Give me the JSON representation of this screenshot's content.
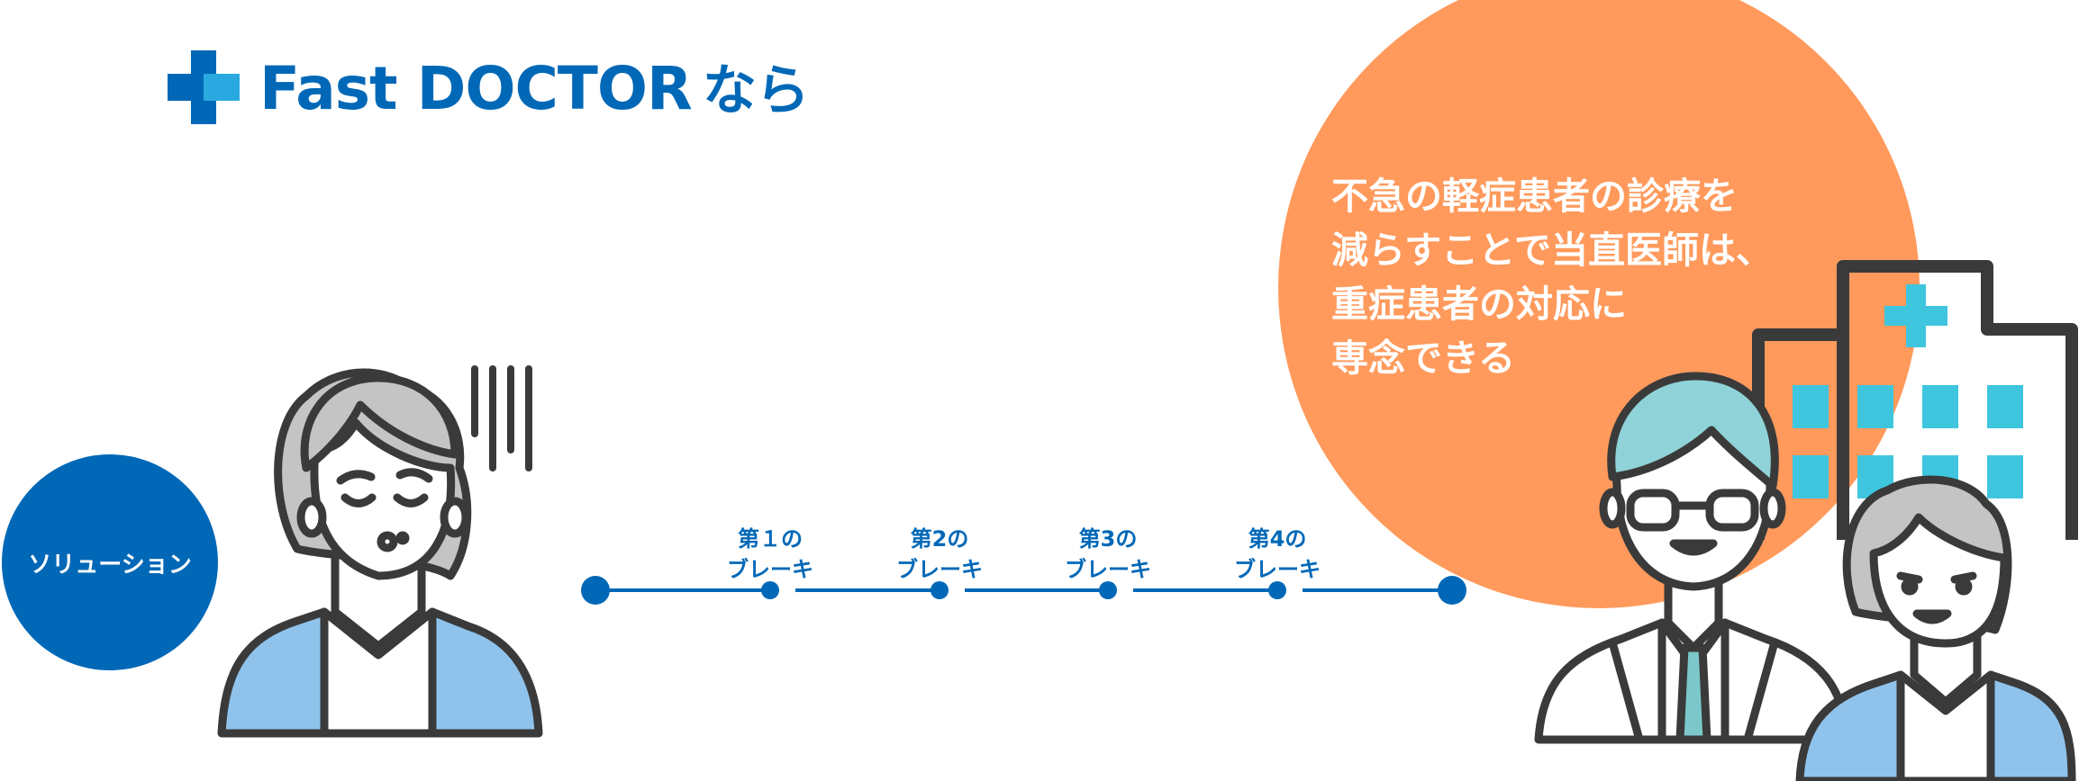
{
  "logo": {
    "brand_name": "Fast DOCTOR",
    "suffix": "なら",
    "cross_color": "#0068b7",
    "cross_accent_color": "#2aa9e0"
  },
  "solution_badge": {
    "label": "ソリューション",
    "color": "#0068b7"
  },
  "timeline": {
    "line_color": "#0068b7",
    "brakes": [
      {
        "line1": "第１の",
        "line2": "ブレーキ"
      },
      {
        "line1": "第2の",
        "line2": "ブレーキ"
      },
      {
        "line1": "第3の",
        "line2": "ブレーキ"
      },
      {
        "line1": "第4の",
        "line2": "ブレーキ"
      }
    ]
  },
  "message_bubble": {
    "color": "#ff9a5c",
    "lines": [
      "不急の軽症患者の診療を",
      "減らすことで当直医師は、",
      "重症患者の対応に",
      "専念できる"
    ]
  },
  "colors": {
    "skin_outline": "#3a3a3a",
    "hair_gray": "#c4c4c4",
    "clothes_blue": "#8fc3ec",
    "doctor_hair": "#8fd3d8",
    "hospital_window": "#3fc6de",
    "tie": "#7cc7c9"
  },
  "icons": [
    "medical-cross-icon",
    "hospital-cross-icon",
    "worried-lines-icon"
  ]
}
